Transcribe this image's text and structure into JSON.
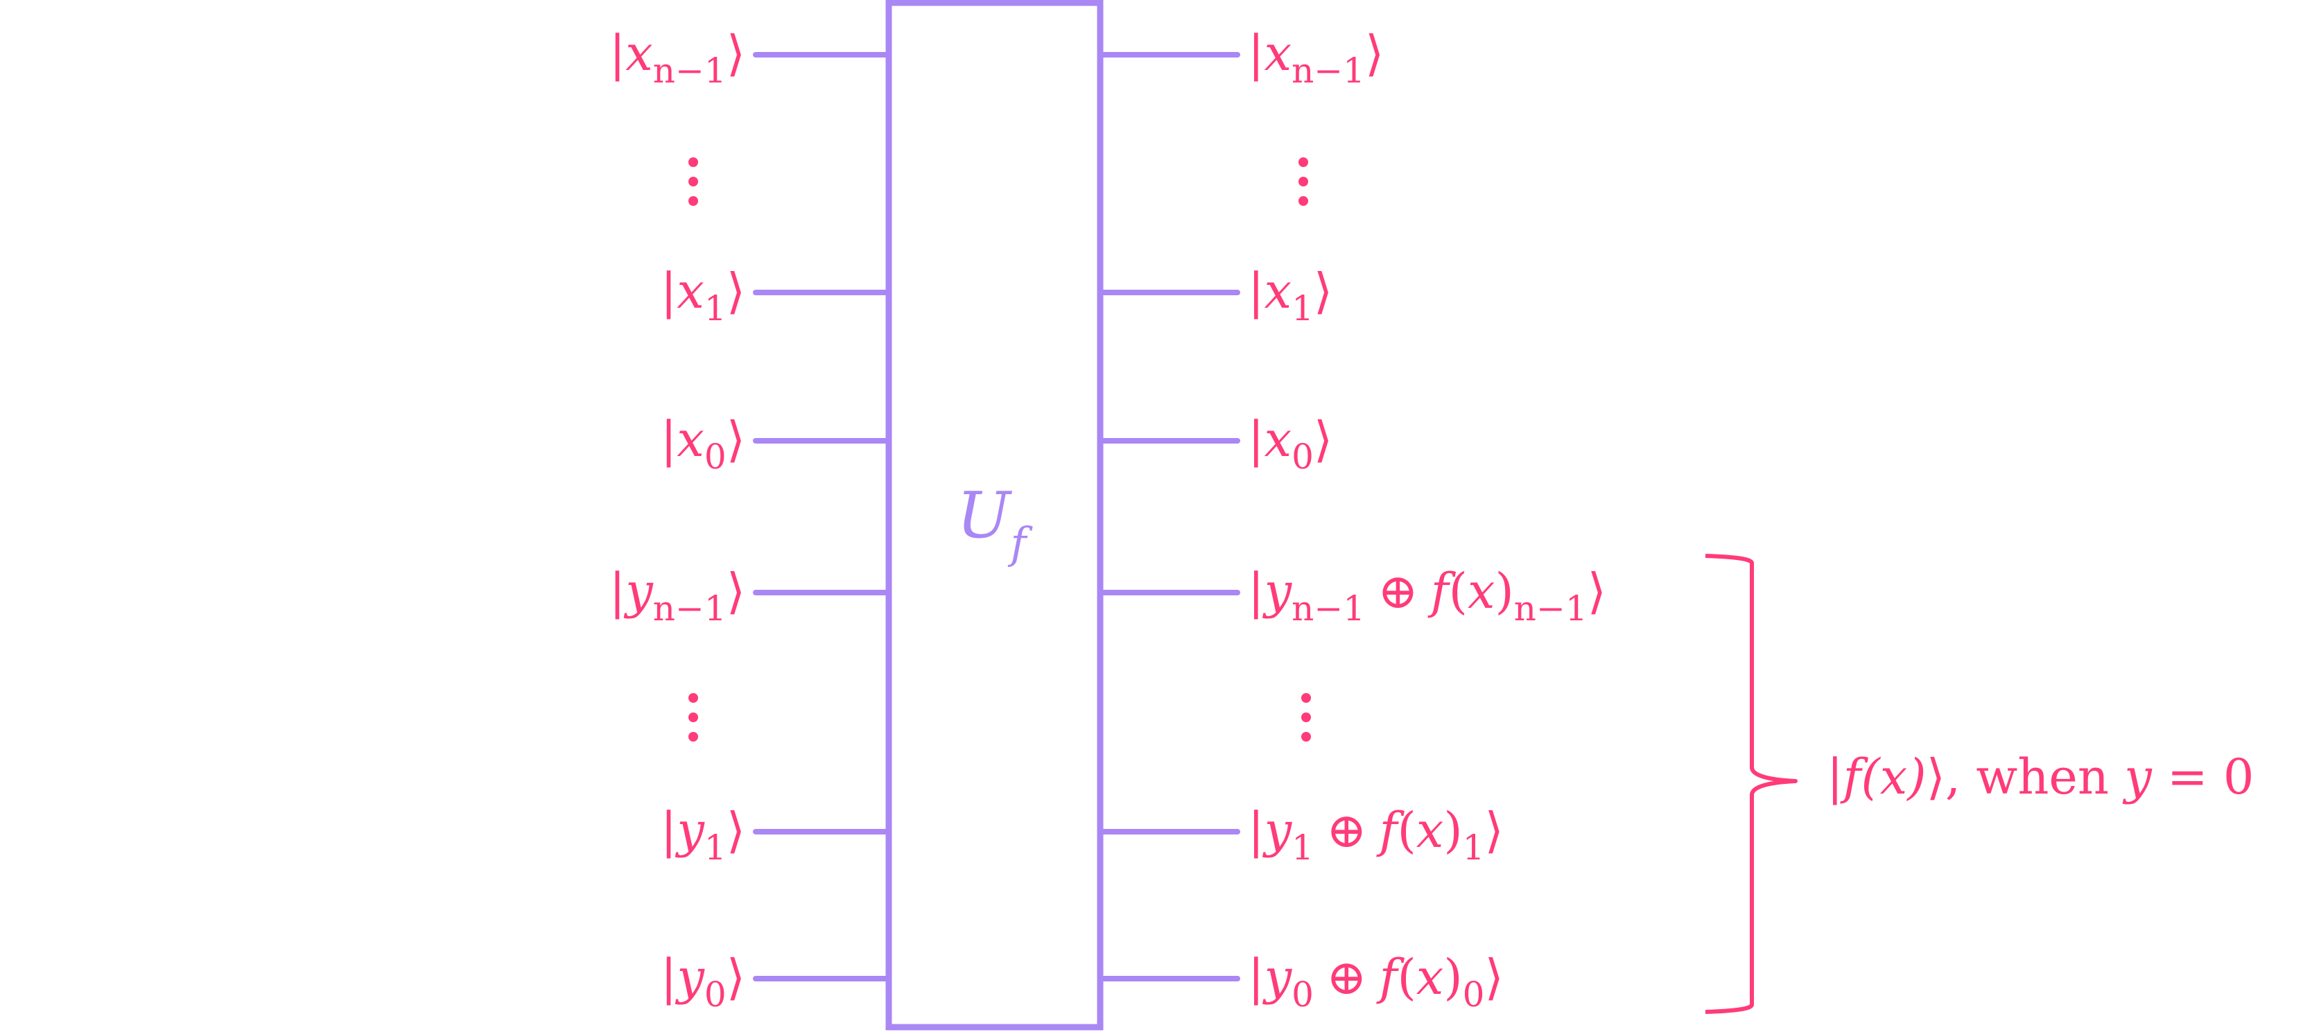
{
  "colors": {
    "wire": "#A987F5",
    "gate": "#A987F5",
    "label": "#FF3B79",
    "background": "#FFFFFF"
  },
  "gate": {
    "name": "U",
    "subscript": "f"
  },
  "inputs": [
    {
      "var": "x",
      "sub": "n−1"
    },
    {
      "var": "x",
      "sub": "1"
    },
    {
      "var": "x",
      "sub": "0"
    },
    {
      "var": "y",
      "sub": "n−1"
    },
    {
      "var": "y",
      "sub": "1"
    },
    {
      "var": "y",
      "sub": "0"
    }
  ],
  "outputs": [
    {
      "var": "x",
      "sub": "n−1",
      "xor": false
    },
    {
      "var": "x",
      "sub": "1",
      "xor": false
    },
    {
      "var": "x",
      "sub": "0",
      "xor": false
    },
    {
      "var": "y",
      "sub": "n−1",
      "xor": true,
      "f": "f",
      "arg": "x",
      "fsub": "n−1"
    },
    {
      "var": "y",
      "sub": "1",
      "xor": true,
      "f": "f",
      "arg": "x",
      "fsub": "1"
    },
    {
      "var": "y",
      "sub": "0",
      "xor": true,
      "f": "f",
      "arg": "x",
      "fsub": "0"
    }
  ],
  "symbols": {
    "ket_open": "|",
    "ket_close": "⟩",
    "xor": "⊕",
    "vdots": "⋮"
  },
  "annotation": {
    "ket": "f(x)",
    "text": ", when ",
    "condition_var": "y",
    "condition_rest": " = 0"
  }
}
